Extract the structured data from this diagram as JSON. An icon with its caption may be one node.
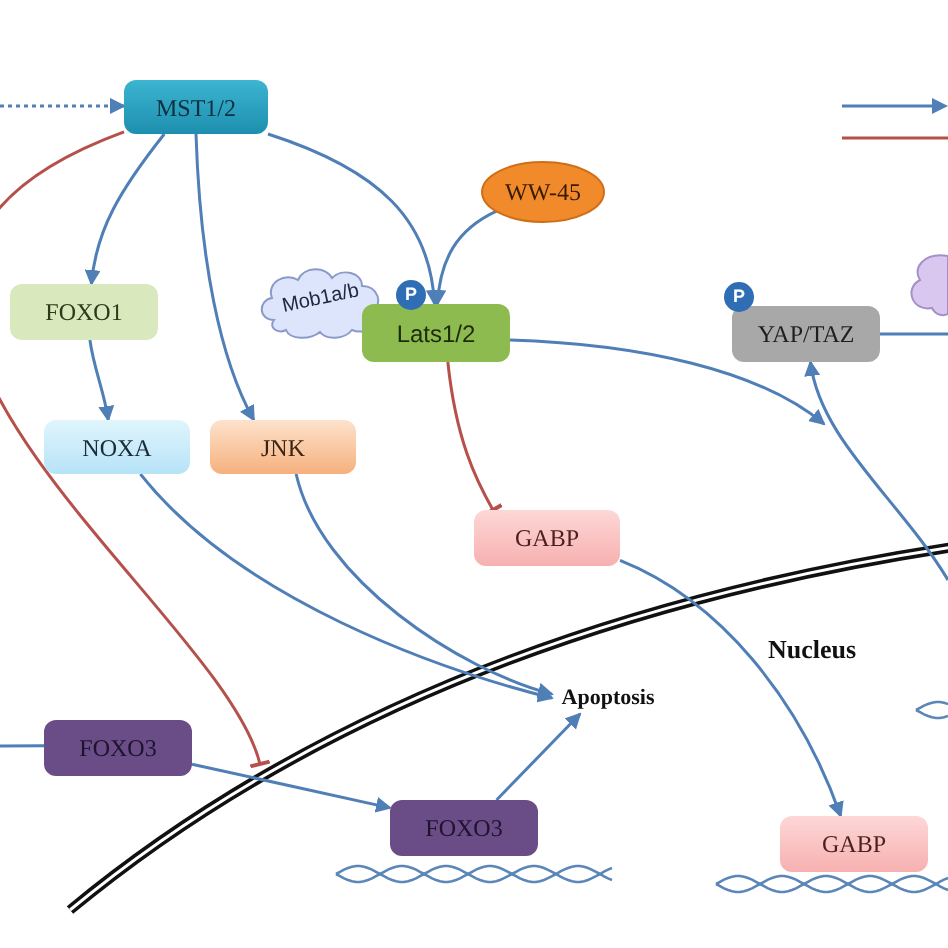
{
  "diagram": {
    "nodes": [
      {
        "text": [
          "MST1/2"
        ]
      },
      {
        "text": [
          "WW-45"
        ]
      },
      {
        "text": [
          "FOXO1"
        ]
      },
      {
        "text": [
          "Mob1a/b"
        ]
      },
      {
        "text": [
          "Lats1/2"
        ],
        "beside": [
          "P"
        ]
      },
      {
        "text": [
          "YAP/TAZ"
        ],
        "beside": [
          "P"
        ]
      },
      {
        "text": [
          "NOXA"
        ]
      },
      {
        "text": [
          "JNK"
        ]
      },
      {
        "text": [
          "GABP"
        ]
      },
      {
        "text": [
          "Apoptosis"
        ]
      },
      {
        "text": [
          "FOXO3"
        ]
      },
      {
        "text": [
          "FOXO3"
        ]
      },
      {
        "text": [
          "GABP"
        ]
      }
    ],
    "edges": [
      {
        "from": null,
        "to": 0,
        "arrow": "to",
        "style": "dashed"
      },
      {
        "from": 0,
        "to": null,
        "arrow": "other",
        "color": "#b5504a"
      },
      {
        "from": 0,
        "to": 2,
        "arrow": "to"
      },
      {
        "from": 0,
        "to": 7,
        "arrow": "to"
      },
      {
        "from": 0,
        "to": 4,
        "arrow": "to"
      },
      {
        "from": 1,
        "to": 4,
        "arrow": "to"
      },
      {
        "from": 2,
        "to": 6,
        "arrow": "to"
      },
      {
        "from": 4,
        "to": 8,
        "arrow": "other",
        "color": "#b5504a"
      },
      {
        "from": 4,
        "to": null,
        "arrow": "to"
      },
      {
        "from": null,
        "to": 5,
        "arrow": "to"
      },
      {
        "from": 5,
        "to": null,
        "arrow": "none"
      },
      {
        "from": 6,
        "to": 9,
        "arrow": "to"
      },
      {
        "from": 7,
        "to": 9,
        "arrow": "to"
      },
      {
        "from": 10,
        "to": 11,
        "arrow": "to"
      },
      {
        "from": 11,
        "to": 9,
        "arrow": "to"
      },
      {
        "from": null,
        "to": 10,
        "arrow": "none"
      },
      {
        "from": 8,
        "to": 12,
        "arrow": "to"
      }
    ],
    "labels": [
      "Nucleus"
    ]
  }
}
